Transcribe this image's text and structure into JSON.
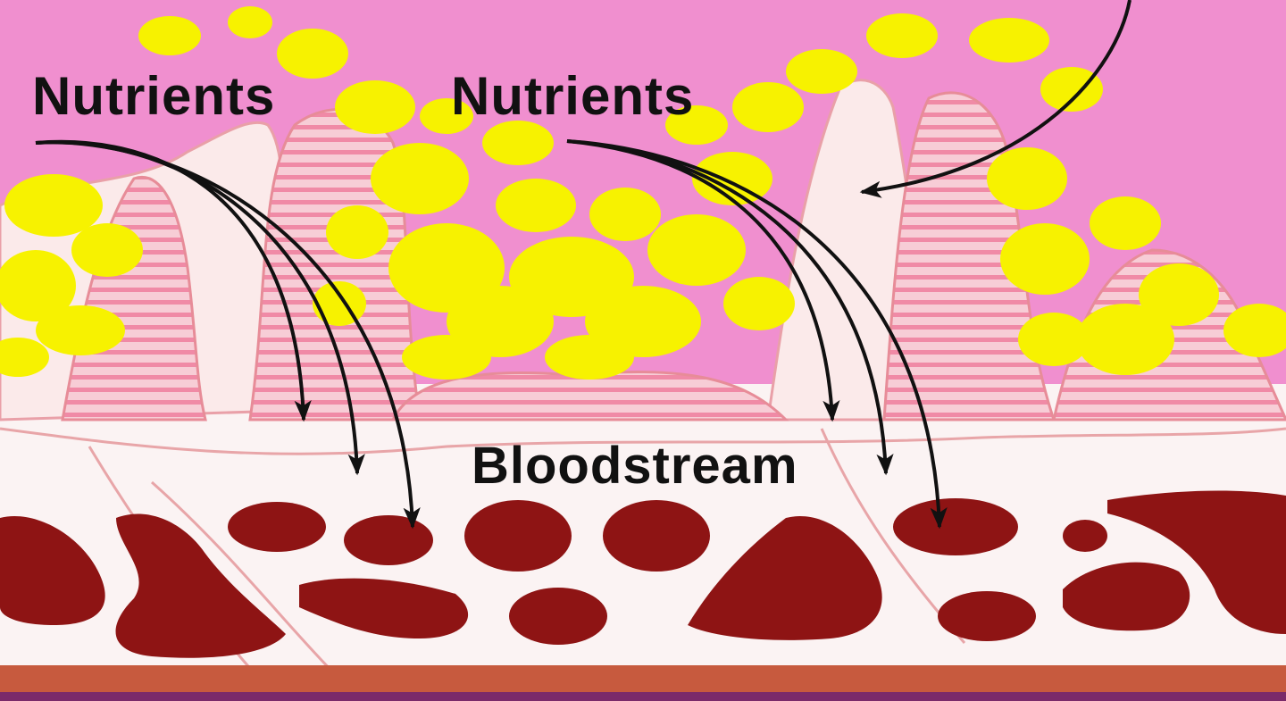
{
  "labels": {
    "nutrients_left": "Nutrients",
    "nutrients_right": "Nutrients",
    "bloodstream": "Bloodstream"
  },
  "colors": {
    "lumen_pink": "#f08fcf",
    "nutrient_yellow": "#f7f200",
    "tissue_pink": "#f6c6cf",
    "villus_white": "#fdf5f5",
    "blood_cell_red": "#8e1414",
    "muscle_band": "#c75a3e",
    "arrow_black": "#111111"
  },
  "icons": {
    "arrows": "curved-black-arrows"
  }
}
